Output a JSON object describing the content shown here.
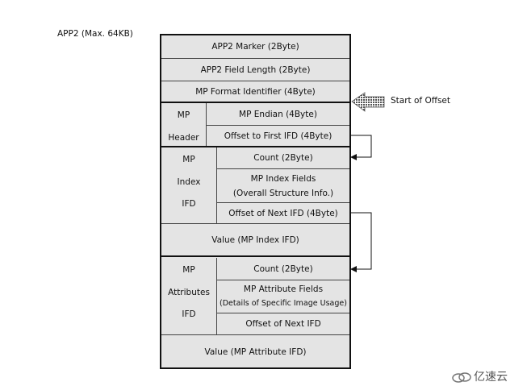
{
  "title": "APP2 (Max. 64KB)",
  "rows": {
    "marker": "APP2 Marker (2Byte)",
    "field_length": "APP2 Field Length (2Byte)",
    "format_id": "MP Format Identifier (4Byte)"
  },
  "offset_label": "Start of Offset",
  "mp_header": {
    "side": [
      "MP",
      "Header"
    ],
    "endian": "MP Endian (4Byte)",
    "offset_first_ifd": "Offset to First IFD (4Byte)"
  },
  "index_ifd": {
    "side": [
      "MP",
      "Index",
      "IFD"
    ],
    "count": "Count (2Byte)",
    "fields_line1": "MP Index Fields",
    "fields_line2": "(Overall Structure Info.)",
    "offset_next": "Offset of Next IFD (4Byte)",
    "value": "Value (MP Index IFD)"
  },
  "attr_ifd": {
    "side": [
      "MP",
      "Attributes",
      "IFD"
    ],
    "count": "Count (2Byte)",
    "fields_line1": "MP Attribute Fields",
    "fields_line2": "(Details of Specific Image Usage)",
    "offset_next": "Offset of Next IFD",
    "value": "Value (MP Attribute IFD)"
  },
  "watermark": "亿速云",
  "colors": {
    "cell_fill": "#e4e4e4",
    "border": "#111111",
    "arrow": "#666666"
  }
}
